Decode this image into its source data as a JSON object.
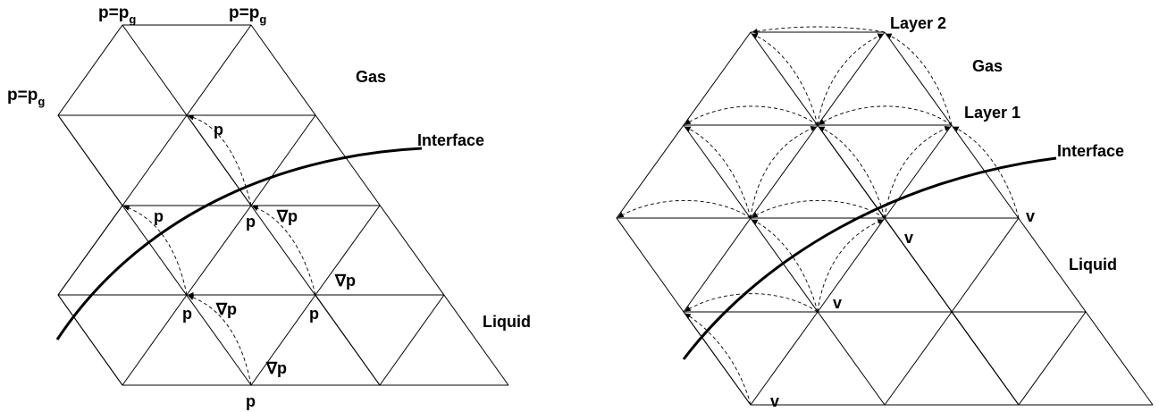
{
  "left_panel": {
    "labels": {
      "gas": "Gas",
      "liquid": "Liquid",
      "interface": "Interface",
      "boundary_p": "p=p",
      "boundary_sub": "g",
      "pressure": "p",
      "gradient": "∇p"
    }
  },
  "right_panel": {
    "labels": {
      "layer_2": "Layer 2",
      "layer_1": "Layer 1",
      "gas": "Gas",
      "liquid": "Liquid",
      "interface": "Interface",
      "velocity": "v"
    }
  }
}
